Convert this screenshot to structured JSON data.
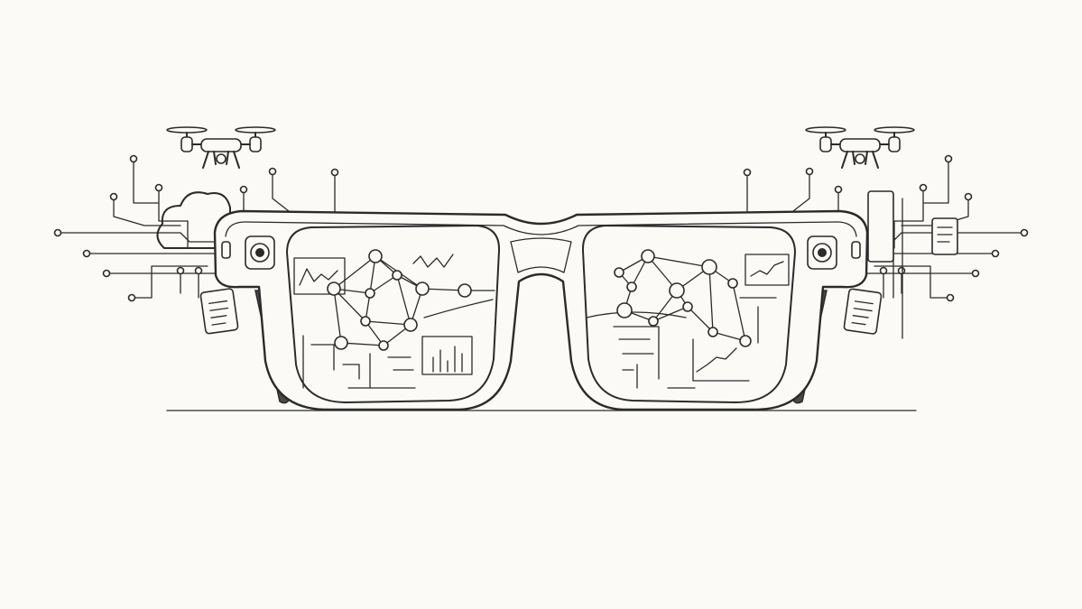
{
  "illustration": {
    "subject": "smart-glasses-line-art",
    "colors": {
      "background": "#fbfaf6",
      "stroke": "#2b2b2b",
      "temple_fill": "#4a4a4a"
    },
    "icons": [
      "drone-icon",
      "drone-icon",
      "cloud-icon",
      "document-icon",
      "network-graph",
      "bar-chart",
      "line-chart",
      "camera-icon"
    ]
  }
}
